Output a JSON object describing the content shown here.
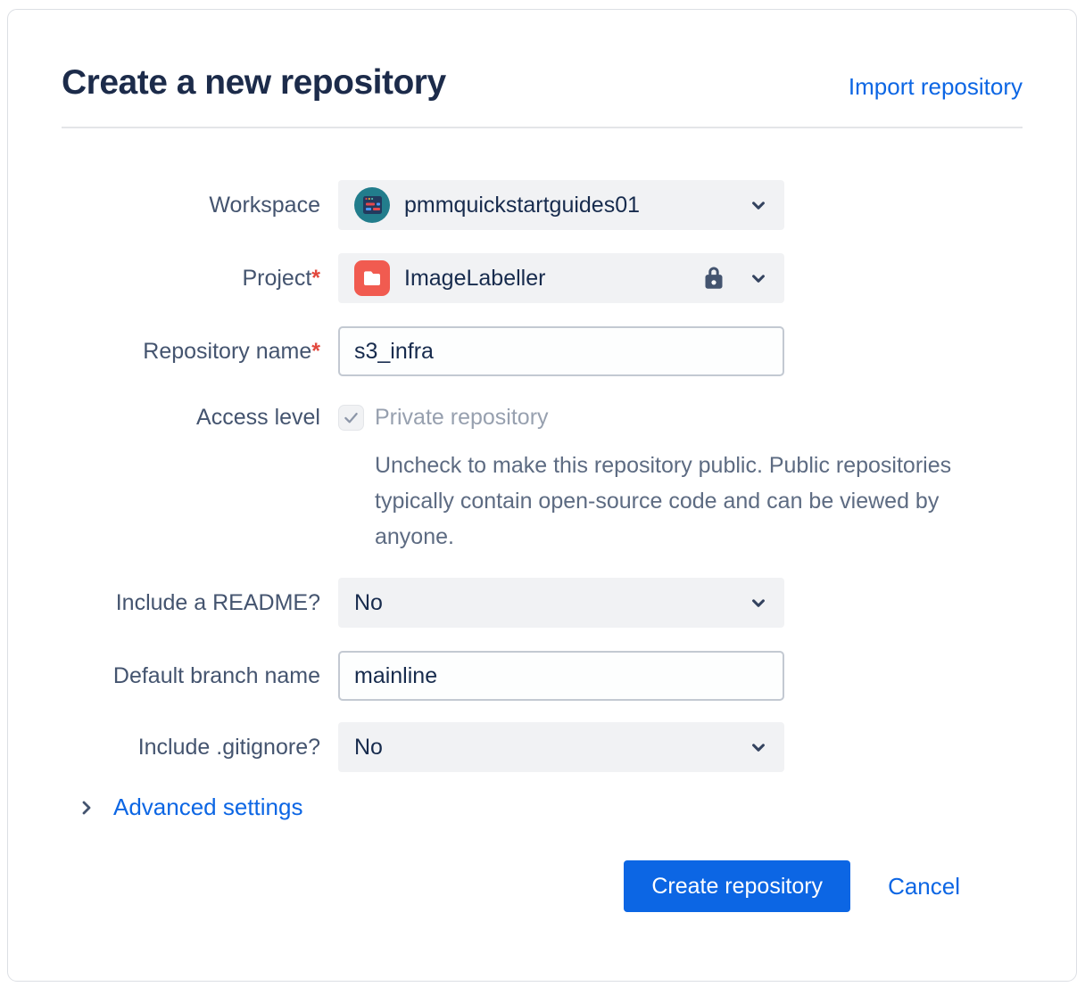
{
  "dialog": {
    "title": "Create a new repository",
    "import_link": "Import repository"
  },
  "form": {
    "workspace": {
      "label": "Workspace",
      "value": "pmmquickstartguides01",
      "avatar_icon": "workspace-avatar-icon"
    },
    "project": {
      "label": "Project",
      "required_mark": "*",
      "value": "ImageLabeller",
      "avatar_icon": "project-avatar-icon",
      "lock_icon": "lock-icon"
    },
    "repository_name": {
      "label": "Repository name",
      "required_mark": "*",
      "value": "s3_infra"
    },
    "access_level": {
      "label": "Access level",
      "checkbox_checked": true,
      "checkbox_label": "Private repository",
      "help_text": "Uncheck to make this repository public. Public repositories typically contain open-source code and can be viewed by anyone."
    },
    "include_readme": {
      "label": "Include a README?",
      "value": "No"
    },
    "default_branch": {
      "label": "Default branch name",
      "value": "mainline"
    },
    "include_gitignore": {
      "label": "Include .gitignore?",
      "value": "No"
    },
    "advanced_settings_label": "Advanced settings"
  },
  "actions": {
    "create_label": "Create repository",
    "cancel_label": "Cancel"
  },
  "colors": {
    "accent_blue": "#0C66E4",
    "required_red": "#E2483D",
    "workspace_avatar_teal": "#227D8C",
    "project_avatar_red": "#F15B50",
    "title_navy": "#1C2B4A"
  }
}
